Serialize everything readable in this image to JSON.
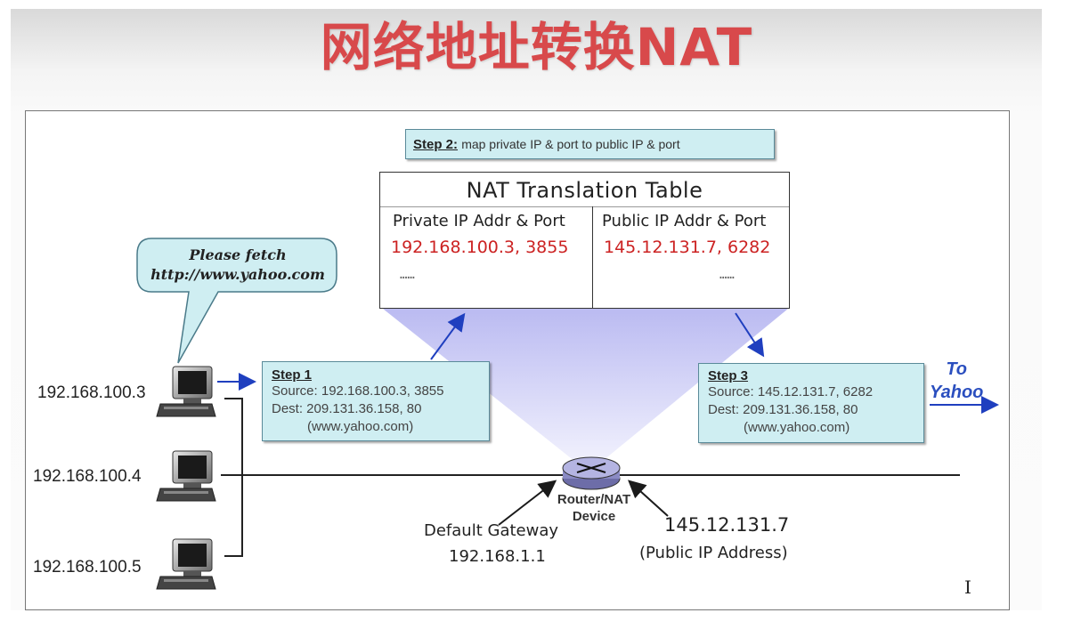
{
  "title": "网络地址转换NAT",
  "step2": {
    "label": "Step 2:",
    "text": "map private IP & port to public IP & port"
  },
  "nat_table": {
    "title": "NAT Translation Table",
    "headers": [
      "Private IP Addr & Port",
      "Public IP Addr & Port"
    ],
    "rows": [
      [
        "192.168.100.3, 3855",
        "145.12.131.7, 6282"
      ]
    ],
    "ellipsis": [
      "……",
      "……"
    ]
  },
  "bubble": {
    "line1": "Please fetch",
    "line2": "http://www.yahoo.com"
  },
  "hosts": [
    {
      "ip": "192.168.100.3"
    },
    {
      "ip": "192.168.100.4"
    },
    {
      "ip": "192.168.100.5"
    }
  ],
  "step1": {
    "title": "Step 1",
    "source": "Source: 192.168.100.3, 3855",
    "dest": "Dest: 209.131.36.158, 80",
    "host": "(www.yahoo.com)"
  },
  "step3": {
    "title": "Step 3",
    "source": "Source: 145.12.131.7, 6282",
    "dest": "Dest: 209.131.36.158, 80",
    "host": "(www.yahoo.com)"
  },
  "to_yahoo": {
    "line1": "To",
    "line2": "Yahoo"
  },
  "router": {
    "line1": "Router/NAT",
    "line2": "Device"
  },
  "gateway": {
    "label": "Default Gateway",
    "ip": "192.168.1.1"
  },
  "public_ip": {
    "ip": "145.12.131.7",
    "label": "(Public IP Address)"
  },
  "colors": {
    "title": "#d8494b",
    "box": "#cfeef2",
    "nat_value": "#cc2222",
    "arrow": "#1f3fbf",
    "cone": "#b8b8f0"
  },
  "icons": [
    "computer-icon",
    "router-icon",
    "arrow-icon",
    "speech-bubble-icon"
  ]
}
